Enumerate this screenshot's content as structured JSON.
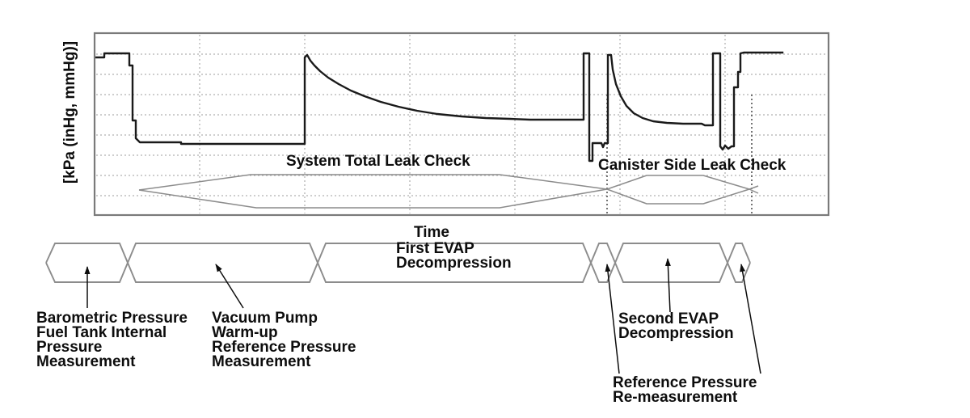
{
  "colors": {
    "background": "#ffffff",
    "trace": "#1a1a1a",
    "secondary_line": "#8c8c8c",
    "gridline": "#9e9e9e",
    "frame": "#7a7a7a",
    "text": "#0d0d0d"
  },
  "chart_data": {
    "type": "line",
    "title": "",
    "x_axis_label": "Time",
    "y_axis_label": "[kPa (inHg, mmHg)]",
    "annotations": [
      {
        "text": "System Total Leak Check"
      },
      {
        "text": "Canister Side Leak Check"
      }
    ],
    "grid": {
      "frame": {
        "x0": 117,
        "y0": 41,
        "x1": 1025,
        "y1": 266
      },
      "h": [
        67,
        92,
        117,
        142,
        167,
        192,
        217,
        242
      ],
      "v": [
        247,
        377,
        507,
        637,
        767,
        897
      ]
    },
    "event_markers": [
      {
        "x": 751,
        "y0": 117,
        "y1": 266
      },
      {
        "x": 930,
        "y0": 117,
        "y1": 266
      }
    ],
    "series": [
      {
        "name": "fuel-tank-pressure-trace",
        "class": "trace",
        "points": [
          [
            118,
            71
          ],
          [
            129,
            71
          ],
          [
            129,
            66
          ],
          [
            160,
            66
          ],
          [
            160,
            81
          ],
          [
            164,
            81
          ],
          [
            164,
            149
          ],
          [
            168,
            149
          ],
          [
            168,
            171
          ],
          [
            173,
            176
          ],
          [
            224,
            176
          ],
          [
            224,
            178
          ],
          [
            375,
            178
          ],
          [
            377,
            178
          ],
          [
            377,
            71
          ],
          [
            380,
            68
          ],
          [
            384,
            75
          ],
          [
            389,
            81
          ],
          [
            396,
            88
          ],
          [
            406,
            96
          ],
          [
            419,
            104
          ],
          [
            434,
            112
          ],
          [
            451,
            119
          ],
          [
            471,
            126
          ],
          [
            493,
            132
          ],
          [
            516,
            137
          ],
          [
            541,
            141
          ],
          [
            571,
            144
          ],
          [
            601,
            146
          ],
          [
            631,
            147
          ],
          [
            656,
            148
          ],
          [
            722,
            148
          ],
          [
            722,
            66
          ],
          [
            729,
            66
          ],
          [
            729,
            199
          ],
          [
            733,
            199
          ],
          [
            733,
            177
          ],
          [
            744,
            177
          ],
          [
            746,
            182
          ],
          [
            748,
            177
          ],
          [
            752,
            177
          ],
          [
            752,
            68
          ],
          [
            756,
            68
          ],
          [
            758,
            86
          ],
          [
            762,
            104
          ],
          [
            768,
            119
          ],
          [
            775,
            131
          ],
          [
            784,
            140
          ],
          [
            795,
            146
          ],
          [
            808,
            150
          ],
          [
            825,
            152
          ],
          [
            845,
            153
          ],
          [
            868,
            153
          ],
          [
            872,
            155
          ],
          [
            882,
            155
          ],
          [
            882,
            66
          ],
          [
            891,
            66
          ],
          [
            891,
            181
          ],
          [
            894,
            185
          ],
          [
            897,
            180
          ],
          [
            901,
            184
          ],
          [
            905,
            181
          ],
          [
            908,
            181
          ],
          [
            908,
            108
          ],
          [
            913,
            108
          ],
          [
            913,
            89
          ],
          [
            916,
            89
          ],
          [
            916,
            66
          ],
          [
            920,
            65
          ],
          [
            968,
            65
          ]
        ]
      },
      {
        "name": "pump-duty-envelope-upper",
        "class": "thin",
        "points": [
          [
            172,
            235
          ],
          [
            310,
            216
          ],
          [
            618,
            216
          ],
          [
            751,
            234
          ],
          [
            800,
            252
          ],
          [
            870,
            252
          ],
          [
            927,
            234
          ],
          [
            938,
            230
          ]
        ]
      },
      {
        "name": "pump-duty-envelope-lower",
        "class": "thin",
        "points": [
          [
            172,
            235
          ],
          [
            317,
            257
          ],
          [
            618,
            257
          ],
          [
            751,
            234
          ],
          [
            800,
            217
          ],
          [
            870,
            217
          ],
          [
            927,
            234
          ],
          [
            938,
            239
          ]
        ]
      }
    ]
  },
  "timeline": {
    "band_lines": [
      {
        "name": "band-zigzag-a",
        "points": [
          [
            57,
            325
          ],
          [
            68,
            301
          ],
          [
            148,
            301
          ],
          [
            168,
            349
          ],
          [
            383,
            349
          ],
          [
            403,
            301
          ],
          [
            721,
            301
          ],
          [
            741,
            349
          ],
          [
            751,
            349
          ],
          [
            771,
            301
          ],
          [
            890,
            301
          ],
          [
            910,
            349
          ],
          [
            918,
            349
          ],
          [
            928,
            325
          ]
        ]
      },
      {
        "name": "band-zigzag-b",
        "points": [
          [
            57,
            325
          ],
          [
            68,
            349
          ],
          [
            148,
            349
          ],
          [
            168,
            301
          ],
          [
            383,
            301
          ],
          [
            403,
            349
          ],
          [
            721,
            349
          ],
          [
            741,
            301
          ],
          [
            751,
            301
          ],
          [
            771,
            349
          ],
          [
            890,
            349
          ],
          [
            910,
            301
          ],
          [
            918,
            301
          ],
          [
            928,
            325
          ]
        ]
      }
    ],
    "phases": [
      {
        "id": "barometric",
        "label_lines": [
          "Barometric Pressure",
          "Fuel Tank Internal",
          "Pressure",
          "Measurement"
        ]
      },
      {
        "id": "vacuum-warmup",
        "label_lines": [
          "Vacuum Pump",
          "Warm-up",
          "Reference Pressure",
          "Measurement"
        ]
      },
      {
        "id": "first-evap",
        "label_lines": [
          "First EVAP",
          "Decompression"
        ]
      },
      {
        "id": "second-evap",
        "label_lines": [
          "Second EVAP",
          "Decompression"
        ]
      },
      {
        "id": "reference-remeasure",
        "label_lines": [
          "Reference Pressure",
          "Re-measurement"
        ]
      }
    ]
  },
  "arrows": [
    {
      "from": [
        108,
        381
      ],
      "to": [
        108,
        330
      ]
    },
    {
      "from": [
        301,
        381
      ],
      "to": [
        267,
        327
      ]
    },
    {
      "from": [
        829,
        386
      ],
      "to": [
        826,
        320
      ]
    },
    {
      "from": [
        766,
        462
      ],
      "to": [
        751,
        327
      ]
    },
    {
      "from": [
        941,
        462
      ],
      "to": [
        917,
        327
      ]
    }
  ]
}
